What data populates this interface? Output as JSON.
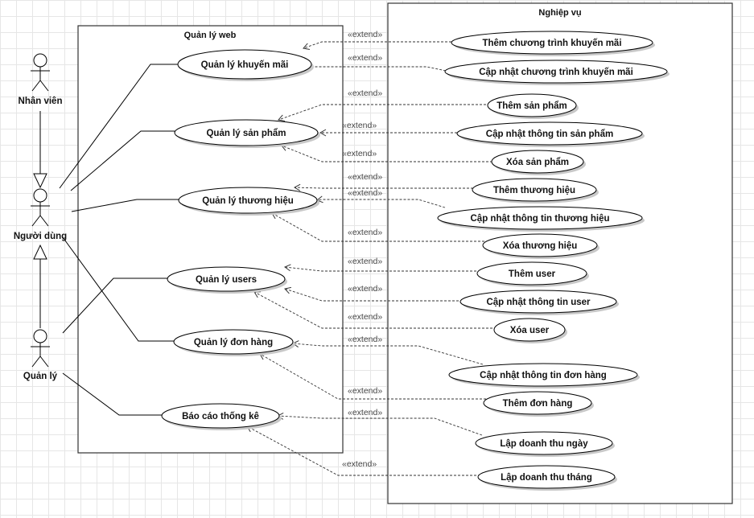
{
  "systems": {
    "web": "Quản lý web",
    "business": "Nghiệp vụ"
  },
  "actors": {
    "staff": "Nhân viên",
    "user": "Người dùng",
    "manager": "Quản lý"
  },
  "main_use_cases": {
    "promotions": "Quản lý khuyến mãi",
    "products": "Quản lý sản phẩm",
    "brands": "Quản lý thương hiệu",
    "users": "Quản lý users",
    "orders": "Quản lý đơn hàng",
    "reports": "Báo cáo thống kê"
  },
  "business_use_cases": {
    "add_promo": "Thêm chương trình khuyến mãi",
    "update_promo": "Cập nhật chương trình khuyến mãi",
    "add_product": "Thêm sản phẩm",
    "update_product": "Cập nhật thông tin sản phẩm",
    "delete_product": "Xóa sản phẩm",
    "add_brand": "Thêm thương hiệu",
    "update_brand": "Cập nhật thông tin thương hiệu",
    "delete_brand": "Xóa thương hiệu",
    "add_user": "Thêm user",
    "update_user": "Cập nhật thông tin user",
    "delete_user": "Xóa user",
    "update_order": "Cập nhật thông tin đơn hàng",
    "add_order": "Thêm đơn hàng",
    "daily_revenue": "Lập doanh thu ngày",
    "monthly_revenue": "Lập doanh thu tháng"
  },
  "extend_label": "«extend»"
}
